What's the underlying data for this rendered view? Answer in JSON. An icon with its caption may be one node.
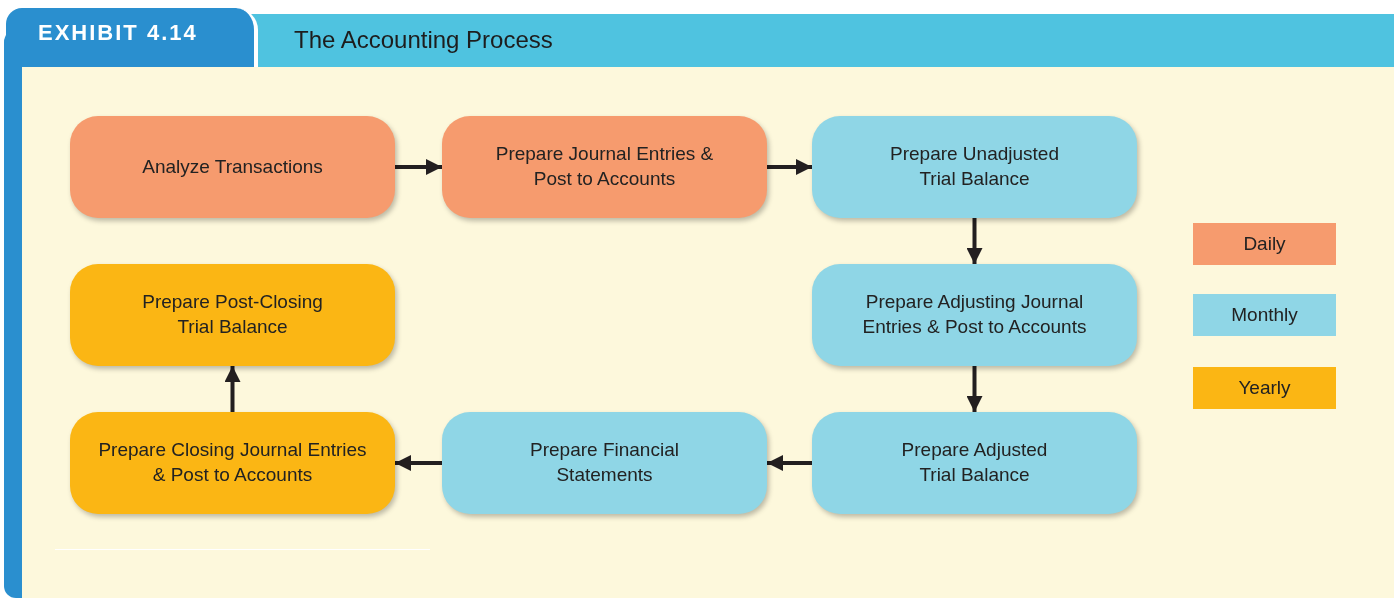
{
  "diagram": {
    "title": "The Accounting Process",
    "nodes": [
      {
        "text": [
          "Analyze Transactions"
        ]
      },
      {
        "text": [
          "Prepare Journal Entries & Post to Accounts"
        ]
      },
      {
        "text": [
          "Prepare Unadjusted Trial Balance"
        ]
      },
      {
        "text": [
          "Prepare Adjusting Journal Entries & Post to Accounts"
        ]
      },
      {
        "text": [
          "Prepare Adjusted Trial Balance"
        ]
      },
      {
        "text": [
          "Prepare Financial Statements"
        ]
      },
      {
        "text": [
          "Prepare Closing Journal Entries & Post to Accounts"
        ]
      },
      {
        "text": [
          "Prepare Post-Closing Trial Balance"
        ]
      }
    ],
    "edges": [
      {
        "from": 0,
        "to": 1,
        "arrow": "to"
      },
      {
        "from": 1,
        "to": 2,
        "arrow": "to"
      },
      {
        "from": 2,
        "to": 3,
        "arrow": "to"
      },
      {
        "from": 3,
        "to": 4,
        "arrow": "to"
      },
      {
        "from": 4,
        "to": 5,
        "arrow": "to"
      },
      {
        "from": 5,
        "to": 6,
        "arrow": "to"
      },
      {
        "from": 6,
        "to": 7,
        "arrow": "to"
      }
    ],
    "labels": [
      "EXHIBIT 4.14"
    ],
    "legend": [
      {
        "text": "Daily",
        "color": "#f69b6e"
      },
      {
        "text": "Monthly",
        "color": "#8fd6e6"
      },
      {
        "text": "Yearly",
        "color": "#fbb614"
      }
    ]
  }
}
